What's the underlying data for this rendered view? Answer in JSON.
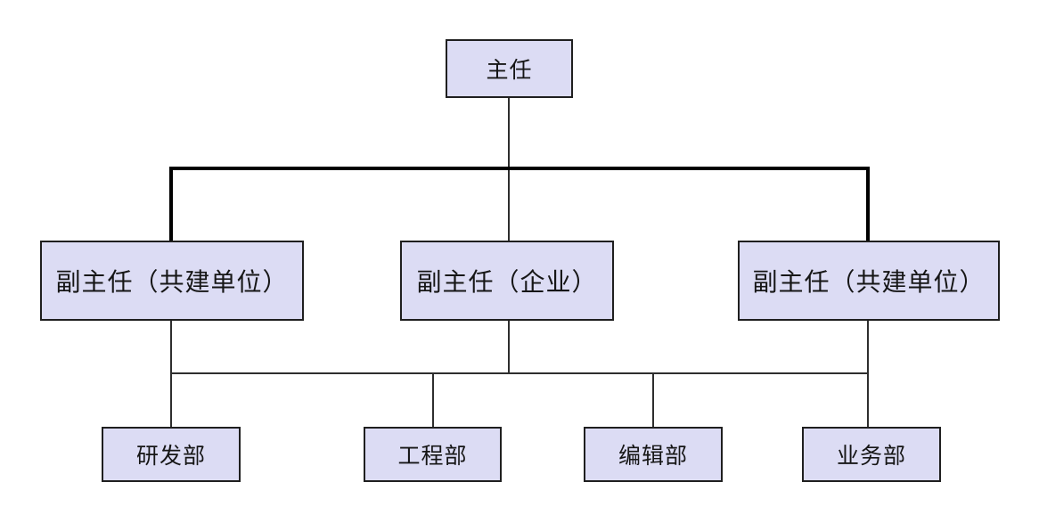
{
  "org_chart": {
    "root": {
      "label": "主任"
    },
    "level2": [
      {
        "label": "副主任（共建单位）"
      },
      {
        "label": "副主任（企业）"
      },
      {
        "label": "副主任（共建单位）"
      }
    ],
    "level3": [
      {
        "label": "研发部"
      },
      {
        "label": "工程部"
      },
      {
        "label": "编辑部"
      },
      {
        "label": "业务部"
      }
    ],
    "colors": {
      "box_fill": "#dcdcf4",
      "box_border": "#1f1f1f",
      "connector": "#2e2e2e",
      "connector_bold": "#000000",
      "text": "#161616",
      "background": "#ffffff"
    }
  }
}
